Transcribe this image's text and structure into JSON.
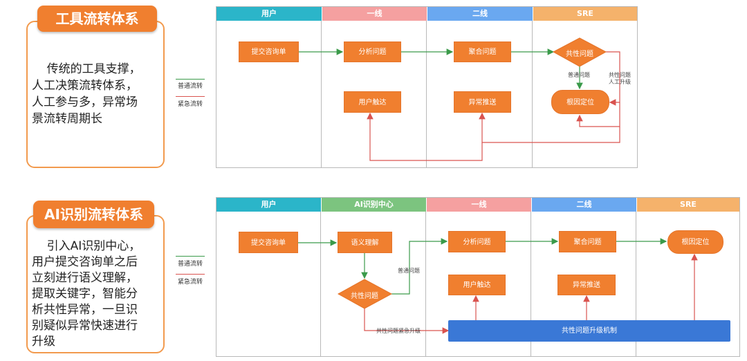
{
  "top": {
    "title": "工具流转体系",
    "description": "    传统的工具支撑，\n人工决策流转体系，\n人工参与多，异常场\n景流转周期长",
    "legend_normal": "普通流转",
    "legend_urgent": "紧急流转",
    "lanes": [
      "用户",
      "一线",
      "二线",
      "SRE"
    ],
    "nodes": {
      "submit": "提交咨询单",
      "analyze": "分析问题",
      "aggregate": "聚合问题",
      "common": "共性问题",
      "user_reach": "用户触达",
      "anomaly_push": "异常推送",
      "root_cause": "根因定位"
    },
    "labels": {
      "normal_issue": "普通问题",
      "common_escalate": "共性问题\n人工升级"
    }
  },
  "bottom": {
    "title": "AI识别流转体系",
    "description": "    引入AI识别中心，\n用户提交咨询单之后\n立刻进行语义理解，\n提取关键字，智能分\n析共性异常，一旦识\n别疑似异常快速进行\n升级",
    "legend_normal": "普通流转",
    "legend_urgent": "紧急流转",
    "lanes": [
      "用户",
      "AI识别中心",
      "一线",
      "二线",
      "SRE"
    ],
    "nodes": {
      "submit": "提交咨询单",
      "semantic": "语义理解",
      "common": "共性问题",
      "analyze": "分析问题",
      "aggregate": "聚合问题",
      "root_cause": "根因定位",
      "user_reach": "用户触达",
      "anomaly_push": "异常推送",
      "escalation": "共性问题升级机制"
    },
    "labels": {
      "normal_issue": "普通问题",
      "urgent_escalate": "共性问题紧急升级"
    }
  },
  "colors": {
    "orange": "#f07f2f",
    "lane_user": "#2bb5c9",
    "lane_first": "#f5a0a0",
    "lane_second": "#6aa8f0",
    "lane_sre": "#f5b26b",
    "lane_ai": "#7cc47f",
    "normal_arrow": "#3a9a4a",
    "urgent_arrow": "#d9534f",
    "bar_blue": "#3a78d6"
  }
}
